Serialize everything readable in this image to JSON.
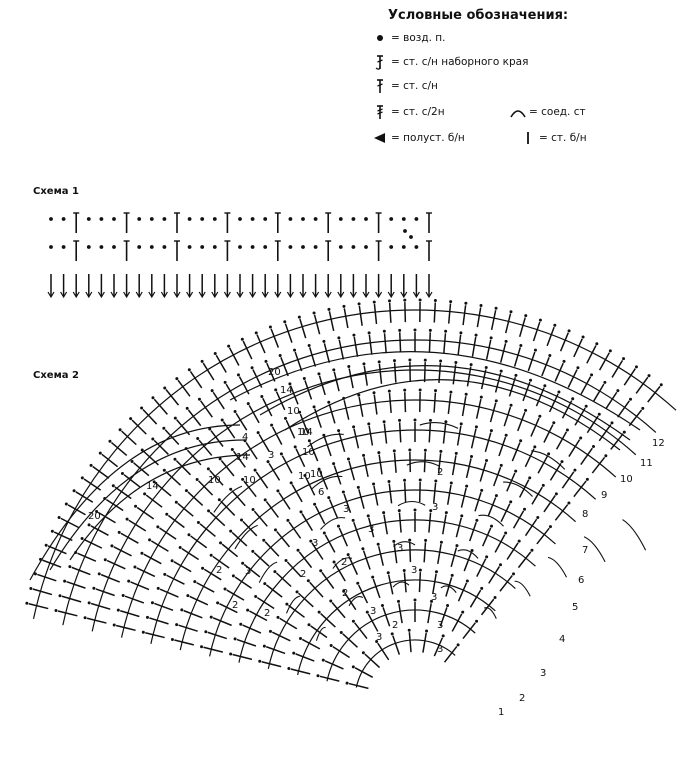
{
  "legend": {
    "title": "Условные обозначения:",
    "items": [
      {
        "symbol": "chain-dot-icon",
        "text": "= возд. п."
      },
      {
        "symbol": "foundation-dc-icon",
        "text": "= ст. с/н наборного края"
      },
      {
        "symbol": "dc-icon",
        "text": "= ст. с/н"
      },
      {
        "symbol": "tr-icon",
        "text": "= ст. с/2н"
      },
      {
        "symbol": "slip-stitch-icon",
        "text": "= полуст. б/н"
      },
      {
        "symbol": "join-arc-icon",
        "text": "= соед. ст"
      },
      {
        "symbol": "sc-icon",
        "text": "= ст. б/н"
      }
    ]
  },
  "scheme1": {
    "label": "Схема 1"
  },
  "scheme2": {
    "label": "Схема 2",
    "right_row_numbers": [
      "1",
      "2",
      "3",
      "4",
      "5",
      "6",
      "7",
      "8",
      "9",
      "10",
      "11",
      "12"
    ],
    "inner_numbers": [
      "2",
      "3",
      "3",
      "3",
      "2",
      "3",
      "3",
      "3",
      "2",
      "3",
      "3",
      "2",
      "2",
      "3",
      "3",
      "3",
      "2",
      "2",
      "2",
      "3"
    ],
    "left_numbers": [
      "20",
      "14",
      "10",
      "10",
      "4",
      "3",
      "14",
      "14",
      "10",
      "10",
      "10",
      "6",
      "20",
      "14",
      "10",
      "10"
    ]
  }
}
